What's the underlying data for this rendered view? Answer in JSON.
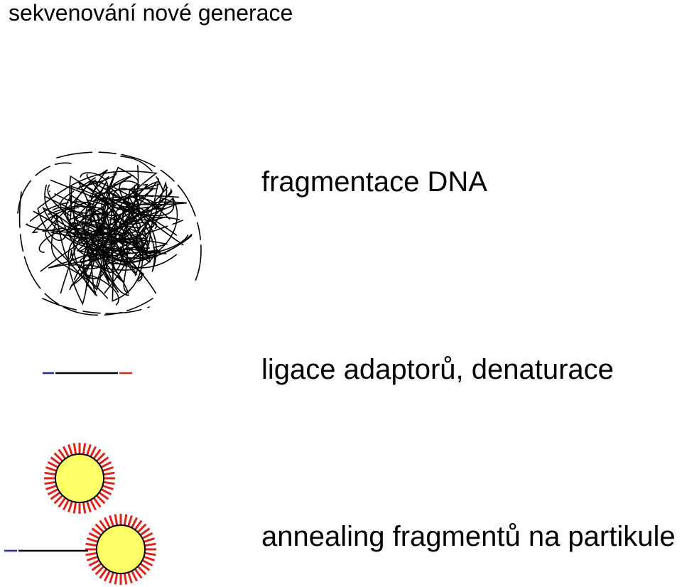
{
  "title": "sekvenování nové generace",
  "steps": [
    {
      "label": "fragmentace DNA"
    },
    {
      "label": "ligace adaptorů, denaturace"
    },
    {
      "label": "annealing fragmentů na partikule"
    }
  ],
  "colors": {
    "dna_strand": "#000000",
    "adaptor_left": "#1f2f9a",
    "adaptor_right": "#d9261c",
    "bead_fill": "#ffff66",
    "bead_spikes": "#d9261c"
  }
}
